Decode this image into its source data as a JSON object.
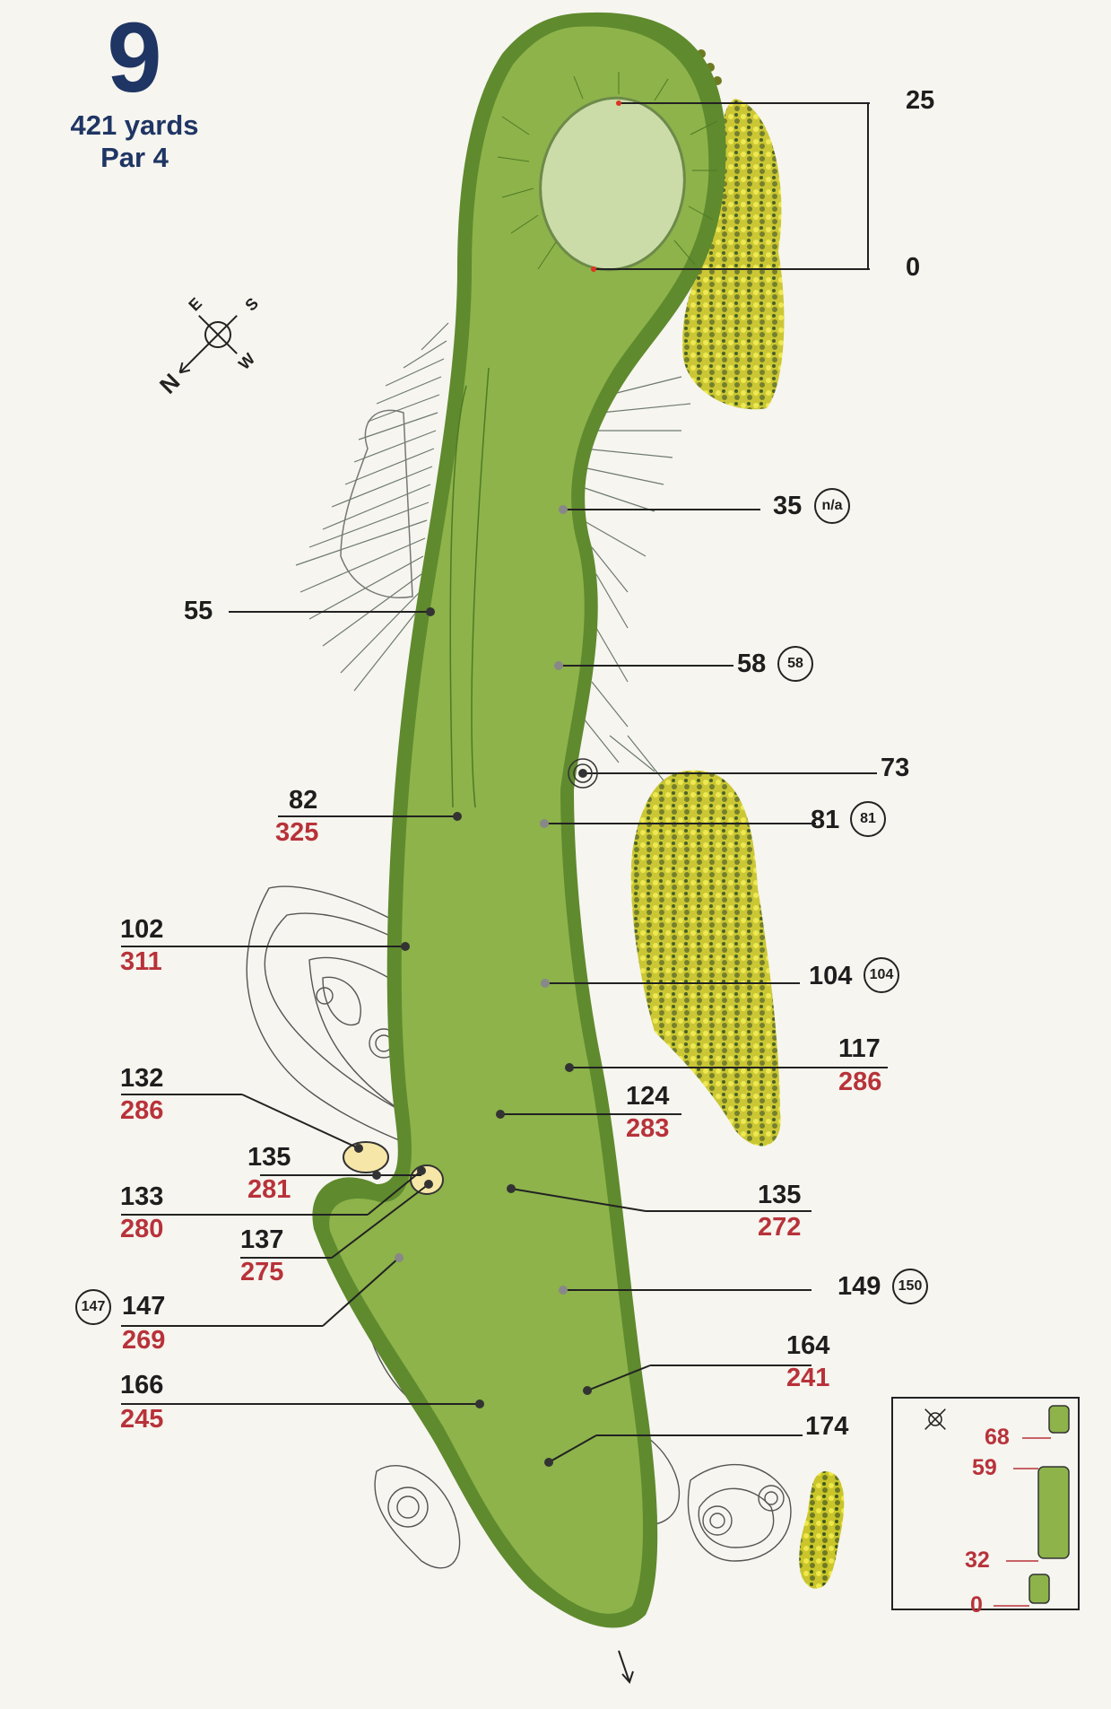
{
  "hole": {
    "number": "9",
    "yards": "421 yards",
    "par": "Par 4"
  },
  "compass": {
    "n": "N",
    "s": "S",
    "e": "E",
    "w": "W"
  },
  "green_markers": {
    "front_value": "0",
    "back_value": "25"
  },
  "markers": [
    {
      "name": "marker-35",
      "front": "35",
      "badge": "n/a"
    },
    {
      "name": "marker-55",
      "front": "55"
    },
    {
      "name": "marker-58",
      "front": "58",
      "badge": "58"
    },
    {
      "name": "marker-73",
      "front": "73"
    },
    {
      "name": "marker-82",
      "front": "82",
      "tee": "325"
    },
    {
      "name": "marker-81",
      "front": "81",
      "badge": "81"
    },
    {
      "name": "marker-102",
      "front": "102",
      "tee": "311"
    },
    {
      "name": "marker-104",
      "front": "104",
      "badge": "104"
    },
    {
      "name": "marker-117",
      "front": "117",
      "tee": "286"
    },
    {
      "name": "marker-132",
      "front": "132",
      "tee": "286"
    },
    {
      "name": "marker-124",
      "front": "124",
      "tee": "283"
    },
    {
      "name": "marker-135a",
      "front": "135",
      "tee": "281"
    },
    {
      "name": "marker-133",
      "front": "133",
      "tee": "280"
    },
    {
      "name": "marker-135b",
      "front": "135",
      "tee": "272"
    },
    {
      "name": "marker-137",
      "front": "137",
      "tee": "275"
    },
    {
      "name": "marker-147",
      "front": "147",
      "tee": "269",
      "badge": "147"
    },
    {
      "name": "marker-149",
      "front": "149",
      "badge": "150"
    },
    {
      "name": "marker-164",
      "front": "164",
      "tee": "241"
    },
    {
      "name": "marker-166",
      "front": "166",
      "tee": "245"
    },
    {
      "name": "marker-174",
      "front": "174"
    }
  ],
  "green_inset": {
    "labels": [
      "68",
      "59",
      "32",
      "0"
    ]
  },
  "colors": {
    "fairway": "#8db34a",
    "rough": "#5f8a2e",
    "green": "#cbdca8",
    "bunker": "#f6e6a8",
    "text_red": "#b8323a",
    "text_navy": "#1f3564"
  }
}
